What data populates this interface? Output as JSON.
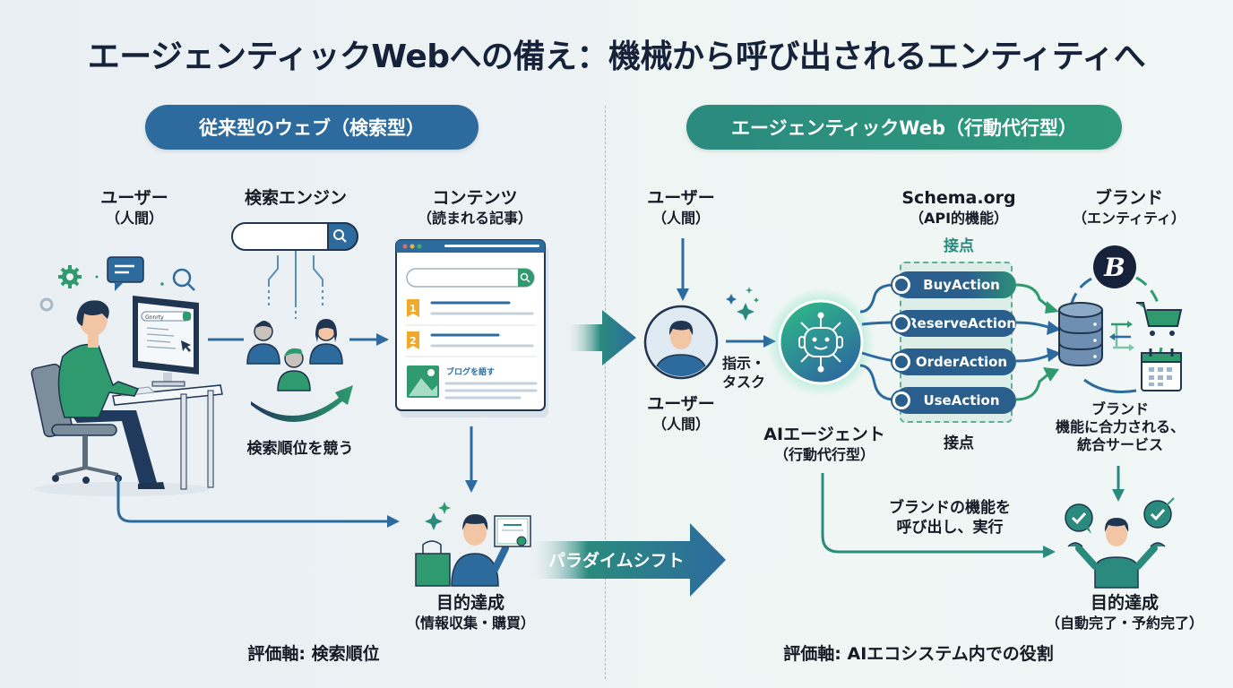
{
  "title": "エージェンティックWebへの備え：機械から呼び出されるエンティティへ",
  "left_section": {
    "header": "従来型のウェブ（検索型）",
    "user": {
      "title": "ユーザー",
      "subtitle": "（人間）"
    },
    "search_engine": {
      "title": "検索エンジン"
    },
    "monitor_search_text": "Gnnrty",
    "content": {
      "title": "コンテンツ",
      "subtitle": "（読まれる記事）"
    },
    "content_results": [
      "1",
      "2"
    ],
    "content_blog_title": "ブログを語す",
    "ranking_caption": "検索順位を競う",
    "goal": {
      "title": "目的達成",
      "subtitle": "（情報収集・購買）"
    },
    "evaluation": "評価軸: 検索順位"
  },
  "paradigm_shift": "パラダイムシフト",
  "right_section": {
    "header": "エージェンティックWeb（行動代行型）",
    "user_top": {
      "title": "ユーザー",
      "subtitle": "（人間）"
    },
    "user_bottom": {
      "title": "ユーザー",
      "subtitle": "（人間）"
    },
    "instruction_label": "指示・\nタスク",
    "ai_agent": {
      "title": "AIエージェント",
      "subtitle": "（行動代行型）"
    },
    "schema": {
      "title": "Schema.org",
      "subtitle": "（API的機能）",
      "touchpoint_top": "接点",
      "touchpoint_bottom": "接点"
    },
    "actions": [
      "BuyAction",
      "ReserveAction",
      "OrderAction",
      "UseAction"
    ],
    "brand": {
      "title": "ブランド",
      "subtitle": "（エンティティ）",
      "logo_letter": "B"
    },
    "brand_caption": [
      "ブランド",
      "機能に合力される、",
      "統合サービス"
    ],
    "invoke_caption": [
      "ブランドの機能を",
      "呼び出し、実行"
    ],
    "goal": {
      "title": "目的達成",
      "subtitle": "（自動完了・予約完了）"
    },
    "evaluation": "評価軸: AIエコシステム内での役割"
  },
  "colors": {
    "navy": "#15223a",
    "blue": "#2d6b9e",
    "teal": "#2a8a7e",
    "green": "#2f9a6e",
    "background": "#edf2f5"
  }
}
